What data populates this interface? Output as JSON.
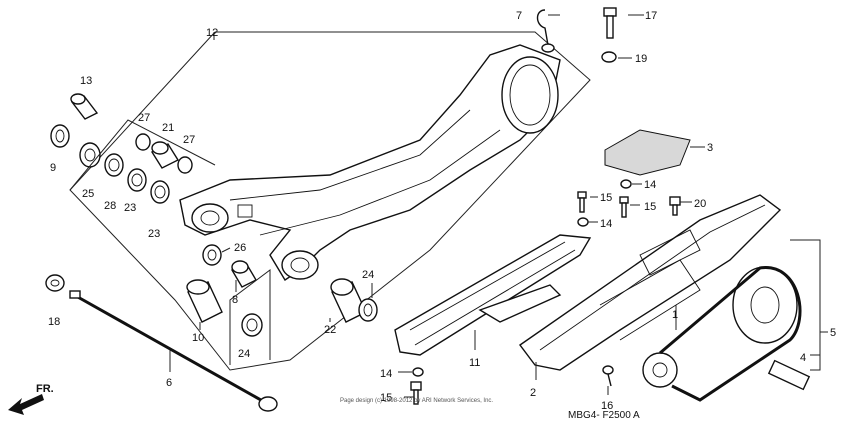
{
  "diagram": {
    "drawing_code": "MBG4- F2500 A",
    "watermark": "Page design (c) 1998-2012 by ARI Network Services, Inc.",
    "direction_label": "FR.",
    "callouts": [
      {
        "id": "c1",
        "text": "1"
      },
      {
        "id": "c2",
        "text": "2"
      },
      {
        "id": "c3",
        "text": "3"
      },
      {
        "id": "c4",
        "text": "4"
      },
      {
        "id": "c5",
        "text": "5"
      },
      {
        "id": "c6",
        "text": "6"
      },
      {
        "id": "c7",
        "text": "7"
      },
      {
        "id": "c8",
        "text": "8"
      },
      {
        "id": "c9",
        "text": "9"
      },
      {
        "id": "c10",
        "text": "10"
      },
      {
        "id": "c11",
        "text": "11"
      },
      {
        "id": "c12",
        "text": "12"
      },
      {
        "id": "c13",
        "text": "13"
      },
      {
        "id": "c14a",
        "text": "14"
      },
      {
        "id": "c14b",
        "text": "14"
      },
      {
        "id": "c14c",
        "text": "14"
      },
      {
        "id": "c15a",
        "text": "15"
      },
      {
        "id": "c15b",
        "text": "15"
      },
      {
        "id": "c15c",
        "text": "15"
      },
      {
        "id": "c16",
        "text": "16"
      },
      {
        "id": "c17",
        "text": "17"
      },
      {
        "id": "c18",
        "text": "18"
      },
      {
        "id": "c19",
        "text": "19"
      },
      {
        "id": "c20",
        "text": "20"
      },
      {
        "id": "c21",
        "text": "21"
      },
      {
        "id": "c22",
        "text": "22"
      },
      {
        "id": "c23a",
        "text": "23"
      },
      {
        "id": "c23b",
        "text": "23"
      },
      {
        "id": "c24a",
        "text": "24"
      },
      {
        "id": "c24b",
        "text": "24"
      },
      {
        "id": "c25",
        "text": "25"
      },
      {
        "id": "c26",
        "text": "26"
      },
      {
        "id": "c27a",
        "text": "27"
      },
      {
        "id": "c27b",
        "text": "27"
      },
      {
        "id": "c28",
        "text": "28"
      }
    ]
  }
}
